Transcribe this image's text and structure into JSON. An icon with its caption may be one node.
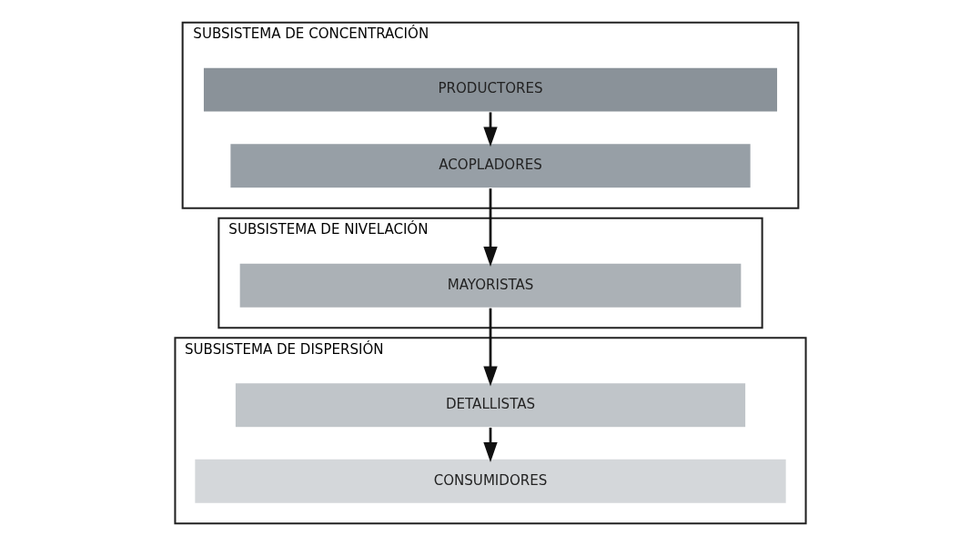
{
  "diagram": {
    "nodes": [
      {
        "text": [
          "SUBSISTEMA DE CONCENTRACIÓN"
        ]
      },
      {
        "text": [
          "PRODUCTORES"
        ],
        "in": 0
      },
      {
        "text": [
          "ACOPLADORES"
        ],
        "in": 0
      },
      {
        "text": [
          "SUBSISTEMA DE NIVELACIÓN"
        ]
      },
      {
        "text": [
          "MAYORISTAS"
        ],
        "in": 3
      },
      {
        "text": [
          "SUBSISTEMA DE DISPERSIÓN"
        ]
      },
      {
        "text": [
          "DETALLISTAS"
        ],
        "in": 5
      },
      {
        "text": [
          "CONSUMIDORES"
        ],
        "in": 5
      }
    ],
    "edges": [
      {
        "from": 1,
        "to": 2,
        "arrow": "to"
      },
      {
        "from": 2,
        "to": 4,
        "arrow": "to"
      },
      {
        "from": 4,
        "to": 6,
        "arrow": "to"
      },
      {
        "from": 6,
        "to": 7,
        "arrow": "to"
      }
    ]
  }
}
